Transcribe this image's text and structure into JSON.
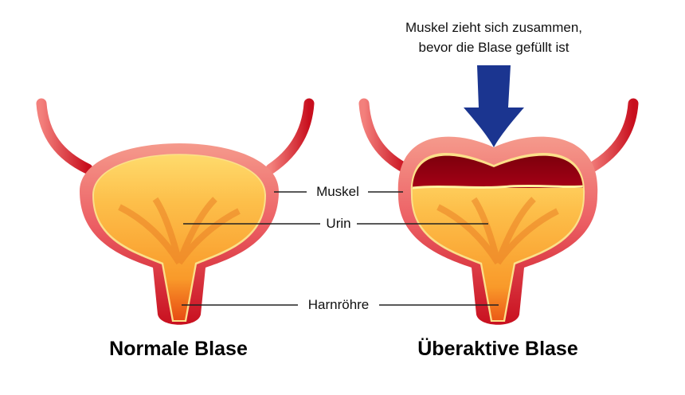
{
  "annotation": {
    "line1": "Muskel zieht sich zusammen,",
    "line2": "bevor die Blase gefüllt ist"
  },
  "labels": {
    "muscle": "Muskel",
    "urine": "Urin",
    "urethra": "Harnröhre"
  },
  "titles": {
    "normal": "Normale Blase",
    "overactive": "Überaktive Blase"
  },
  "colors": {
    "arrow": "#1b3590",
    "wall": "#e8505a",
    "urine": "#fdb43c",
    "cavity": "#8a0010"
  }
}
